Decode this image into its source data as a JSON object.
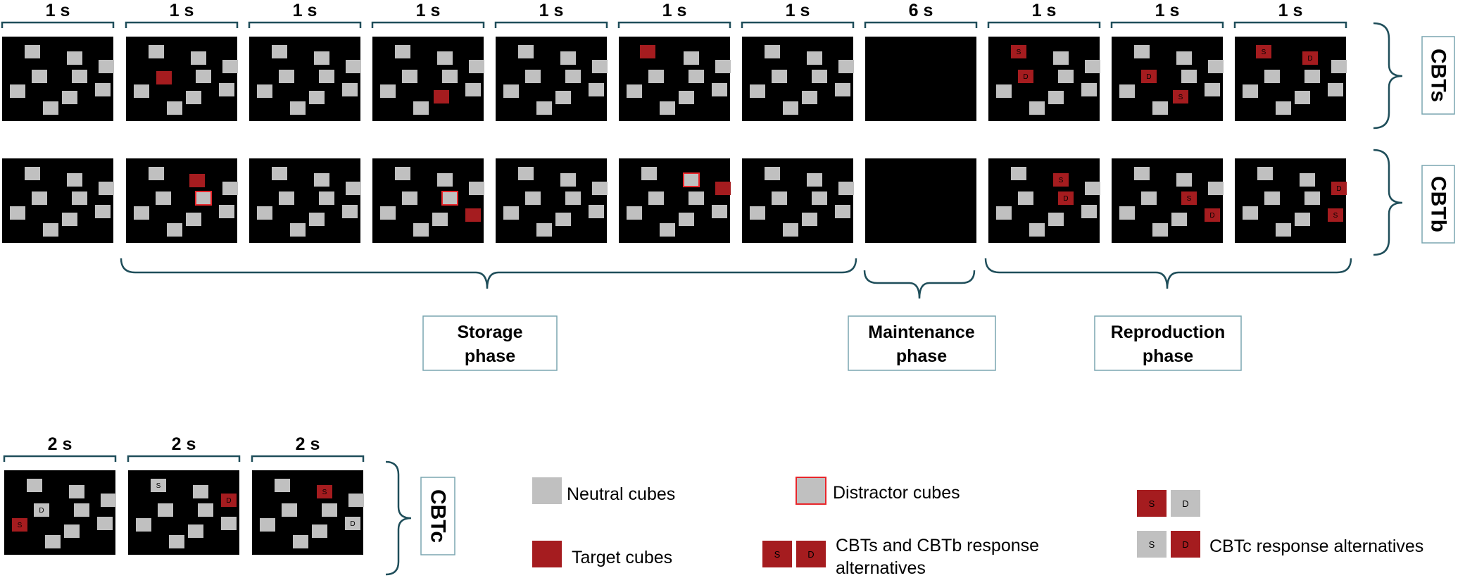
{
  "colors": {
    "panel": "#000000",
    "neutral": "#c0c0c0",
    "target": "#a51c1f",
    "distractor_border": "#e8262b",
    "bracket": "#1f4e5a",
    "box_border": "#7aa6b1",
    "text": "#000000"
  },
  "rows": [
    {
      "label": "CBTs",
      "durations": [
        "1 s",
        "1 s",
        "1 s",
        "1 s",
        "1 s",
        "1 s",
        "1 s",
        "6 s",
        "1 s",
        "1 s",
        "1 s"
      ]
    },
    {
      "label": "CBTb"
    }
  ],
  "phases": [
    {
      "label": "Storage phase"
    },
    {
      "label": "Maintenance phase"
    },
    {
      "label": "Reproduction phase"
    }
  ],
  "cbtc": {
    "label": "CBTc",
    "durations": [
      "2 s",
      "2 s",
      "2 s"
    ]
  },
  "legend": {
    "neutral": "Neutral cubes",
    "distractor": "Distractor cubes",
    "target": "Target cubes",
    "cbts_cbtb_response": "CBTs and CBTb response alternatives",
    "cbtc_response": "CBTc response alternatives"
  },
  "marks": {
    "same": "S",
    "different": "D"
  }
}
